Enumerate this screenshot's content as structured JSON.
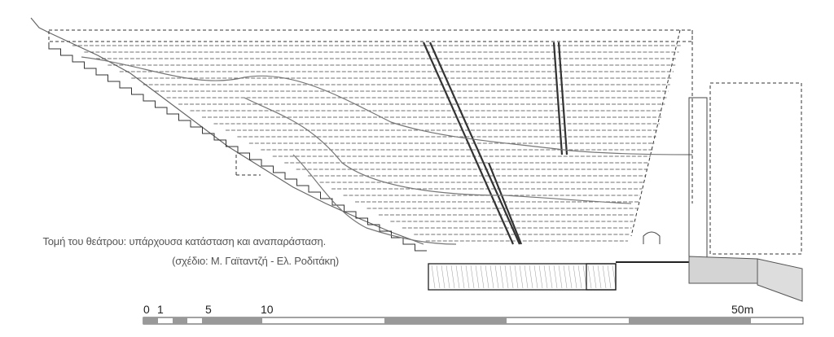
{
  "caption": {
    "line1": "Τομή του θεάτρου: υπάρχουσα κατάσταση και αναπαράσταση.",
    "line2": "(σχέδιο: Μ. Γαϊταντζή - Ελ. Ροδιτάκη)"
  },
  "scale_bar": {
    "labels": [
      "0",
      "1",
      "5",
      "10",
      "50m"
    ]
  },
  "colors": {
    "line": "#333333",
    "terrain": "#888888",
    "fill": "#cccccc",
    "scale_dark": "#999999"
  }
}
